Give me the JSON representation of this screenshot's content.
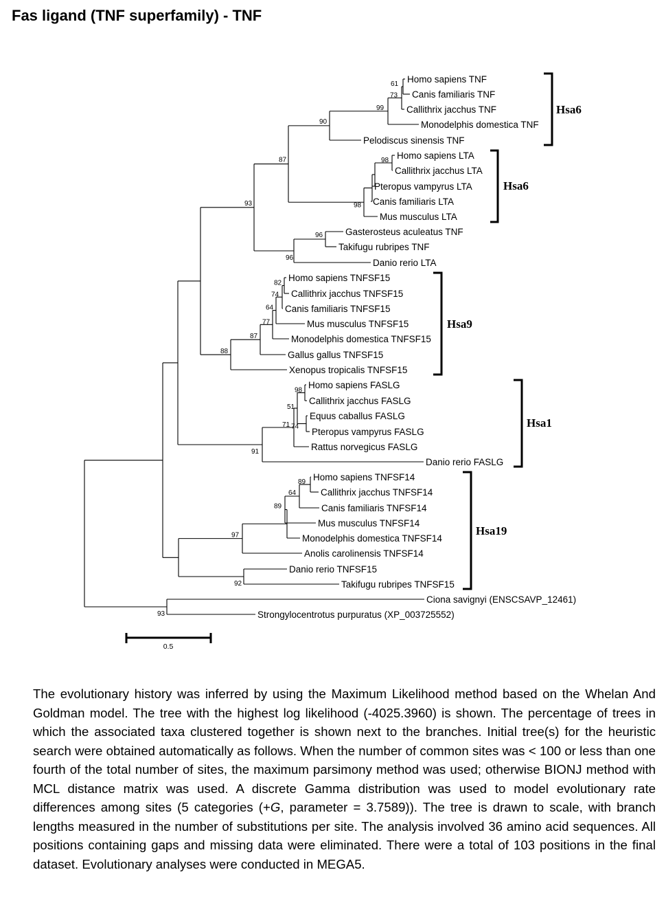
{
  "title": "Fas ligand (TNF superfamily)  -  TNF",
  "taxa": [
    "Homo sapiens TNF",
    "Canis familiaris TNF",
    "Callithrix jacchus TNF",
    "Monodelphis domestica TNF",
    "Pelodiscus sinensis TNF",
    "Homo sapiens LTA",
    "Callithrix jacchus LTA",
    "Pteropus vampyrus LTA",
    "Canis familiaris LTA",
    "Mus musculus LTA",
    "Gasterosteus aculeatus TNF",
    "Takifugu rubripes TNF",
    "Danio rerio LTA",
    "Homo sapiens TNFSF15",
    "Callithrix jacchus TNFSF15",
    "Canis familiaris TNFSF15",
    "Mus musculus TNFSF15",
    "Monodelphis domestica TNFSF15",
    "Gallus gallus TNFSF15",
    "Xenopus tropicalis TNFSF15",
    "Homo sapiens FASLG",
    "Callithrix jacchus FASLG",
    "Equus caballus FASLG",
    "Pteropus vampyrus FASLG",
    "Rattus norvegicus FASLG",
    "Danio rerio FASLG",
    "Homo sapiens TNFSF14",
    "Callithrix jacchus TNFSF14",
    "Canis familiaris TNFSF14",
    "Mus musculus TNFSF14",
    "Monodelphis domestica TNFSF14",
    "Anolis carolinensis TNFSF14",
    "Danio rerio TNFSF15",
    "Takifugu rubripes TNFSF15",
    "Ciona savignyi (ENSCSAVP_12461)",
    "Strongylocentrotus purpuratus (XP_003725552)"
  ],
  "bootstrap": [
    "61",
    "73",
    "99",
    "90",
    "98",
    "98",
    "87",
    "96",
    "96",
    "93",
    "82",
    "74",
    "64",
    "77",
    "87",
    "88",
    "98",
    "51",
    "74",
    "71",
    "91",
    "89",
    "64",
    "89",
    "97",
    "92",
    "93"
  ],
  "groups": [
    "Hsa6",
    "Hsa6",
    "Hsa9",
    "Hsa1",
    "Hsa19"
  ],
  "scale_label": "0.5",
  "caption": [
    {
      "text": "The evolutionary history was inferred by using the Maximum Likelihood method based on the Whelan And Goldman model. The tree with the highest log likelihood (-4025.3960) is shown. The percentage of trees in which the associated taxa clustered together is shown next to the branches. Initial tree(s) for the heuristic search were obtained automatically as follows. When the number of common sites was < 100 or less than one fourth of the total number of sites, the maximum parsimony method was used; otherwise BIONJ method with MCL distance matrix was used. A discrete Gamma distribution was used to model evolutionary rate differences among sites (5 categories (+",
      "italic": false
    },
    {
      "text": "G",
      "italic": true
    },
    {
      "text": ", parameter = 3.7589)). The tree is drawn to scale, with branch lengths measured in the number of substitutions per site. The analysis involved 36 amino acid sequences. All positions containing gaps and missing data were eliminated. There were a total of 103 positions in the final dataset. Evolutionary analyses were conducted in MEGA5.",
      "italic": false
    }
  ]
}
